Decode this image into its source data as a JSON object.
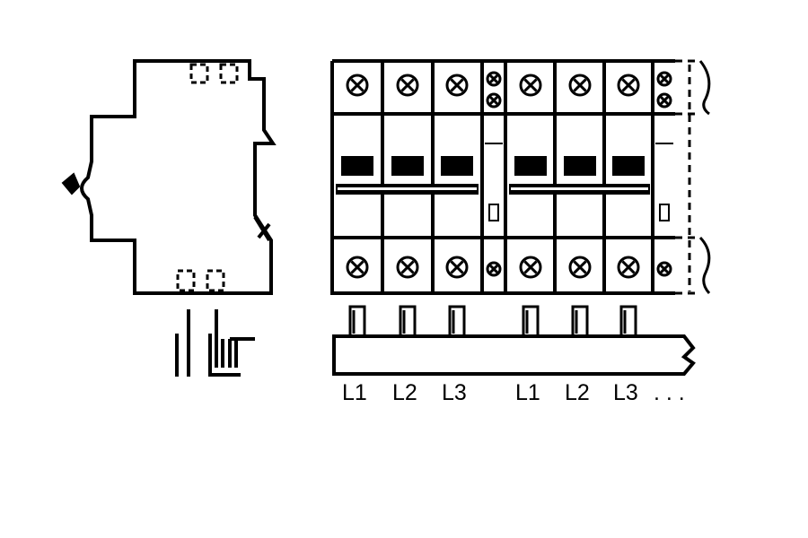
{
  "colors": {
    "ink": "#000000",
    "paper": "#ffffff"
  },
  "icons": {
    "terminal_screw": "circled-x-icon",
    "neutral_screw": "small-circled-x-icon",
    "breaker_handle": "toggle-lever-icon",
    "busbar_break": "zigzag-break-icon"
  },
  "side_view": {
    "has_din_clip": true,
    "busbar_slots": 2
  },
  "front_view": {
    "breaker_groups": 2,
    "poles_per_group": 3,
    "continues_right": true
  },
  "busbar": {
    "phase_labels": [
      "L1",
      "L2",
      "L3",
      "L1",
      "L2",
      "L3"
    ],
    "continuation": ". . ."
  }
}
